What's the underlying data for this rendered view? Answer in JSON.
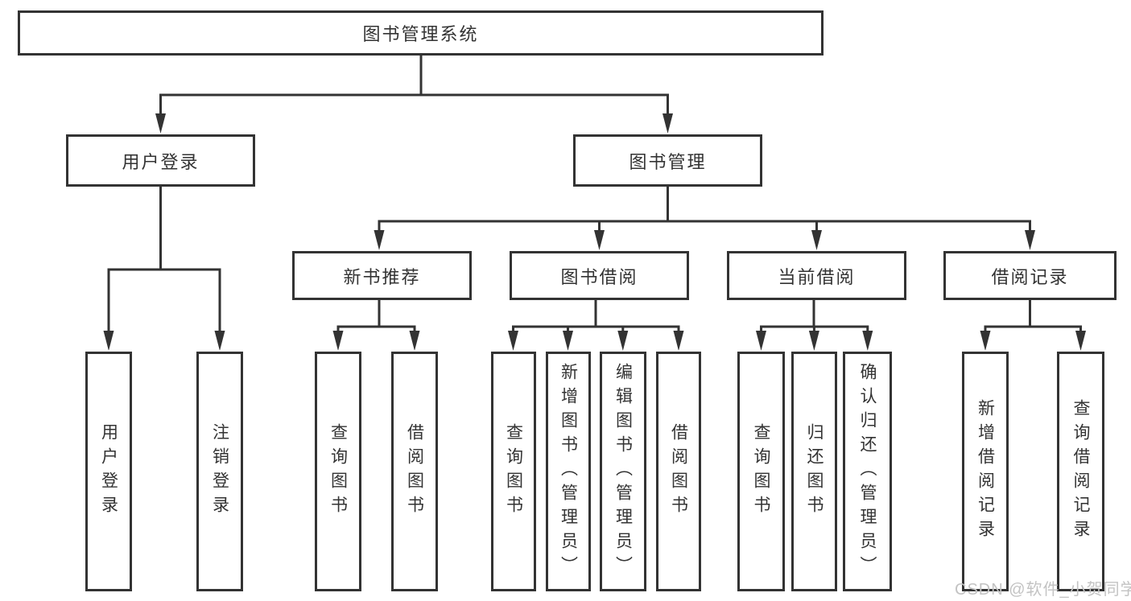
{
  "diagram": {
    "type": "tree",
    "root": {
      "label": "图书管理系统"
    },
    "level2": [
      {
        "label": "用户登录",
        "parent": "图书管理系统"
      },
      {
        "label": "图书管理",
        "parent": "图书管理系统"
      }
    ],
    "level3": [
      {
        "label": "新书推荐",
        "parent": "图书管理"
      },
      {
        "label": "图书借阅",
        "parent": "图书管理"
      },
      {
        "label": "当前借阅",
        "parent": "图书管理"
      },
      {
        "label": "借阅记录",
        "parent": "图书管理"
      }
    ],
    "leaves": [
      {
        "label": "用户登录",
        "parent": "用户登录"
      },
      {
        "label": "注销登录",
        "parent": "用户登录"
      },
      {
        "label": "查询图书",
        "parent": "新书推荐"
      },
      {
        "label": "借阅图书",
        "parent": "新书推荐"
      },
      {
        "label": "查询图书",
        "parent": "图书借阅"
      },
      {
        "label": "新增图书（管理员）",
        "parent": "图书借阅"
      },
      {
        "label": "编辑图书（管理员）",
        "parent": "图书借阅"
      },
      {
        "label": "借阅图书",
        "parent": "图书借阅"
      },
      {
        "label": "查询图书",
        "parent": "当前借阅"
      },
      {
        "label": "归还图书",
        "parent": "当前借阅"
      },
      {
        "label": "确认归还（管理员）",
        "parent": "当前借阅"
      },
      {
        "label": "新增借阅记录",
        "parent": "借阅记录"
      },
      {
        "label": "查询借阅记录",
        "parent": "借阅记录"
      }
    ]
  },
  "watermark": "CSDN @软件_小贺同学",
  "colors": {
    "line": "#333333",
    "box_border": "#333333",
    "text": "#333333",
    "watermark": "#c3c3c3",
    "background": "#ffffff"
  }
}
